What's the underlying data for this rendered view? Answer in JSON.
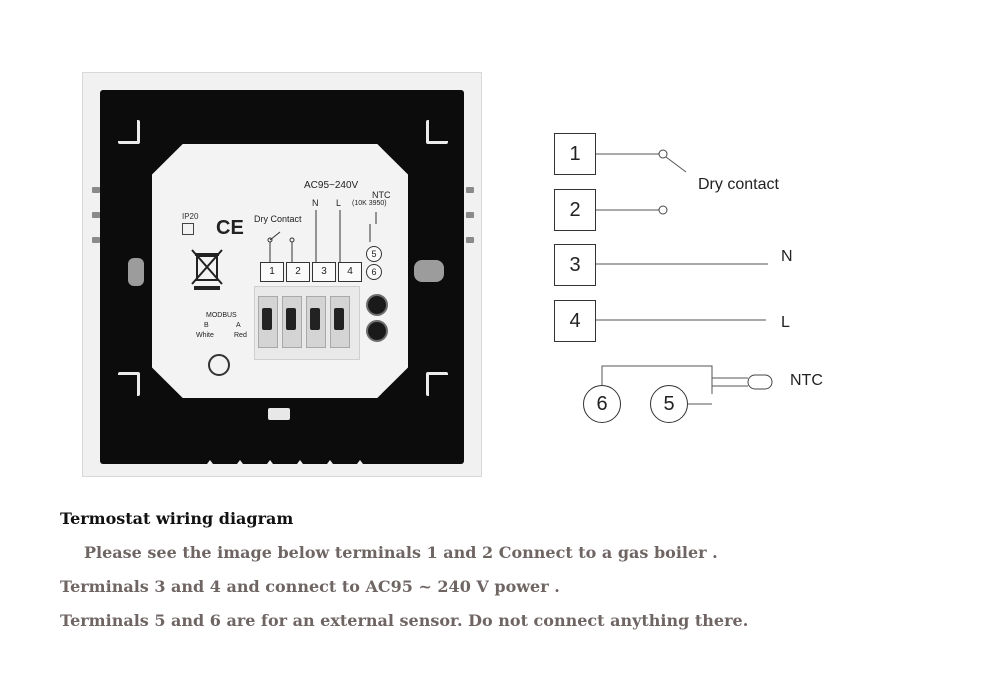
{
  "device": {
    "ip_rating": "IP20",
    "ce_mark": "CE",
    "voltage_label": "AC95~240V",
    "ntc_label": "NTC",
    "ntc_spec": "(10K 3950)",
    "dry_contact_label": "Dry Contact",
    "n_label": "N",
    "l_label": "L",
    "terminals": [
      "1",
      "2",
      "3",
      "4"
    ],
    "sensor_terminals": [
      "5",
      "6"
    ],
    "modbus_label": "MODBUS",
    "modbus_b": "B",
    "modbus_a": "A",
    "modbus_white": "White",
    "modbus_red": "Red"
  },
  "schematic": {
    "terminals": [
      "1",
      "2",
      "3",
      "4"
    ],
    "sensor_terminals": [
      "6",
      "5"
    ],
    "dry_contact_label": "Dry contact",
    "n_label": "N",
    "l_label": "L",
    "ntc_label": "NTC"
  },
  "description": {
    "title": "Termostat wiring diagram",
    "line1": "Please see the image below terminals 1 and 2 Connect to a gas boiler .",
    "line2": "Terminals 3 and 4 and connect to AC95 ~ 240 V power .",
    "line3": "Terminals 5 and 6 are for an external sensor. Do not connect anything there."
  },
  "colors": {
    "frame": "#f1f1f1",
    "plate": "#0c0c0c",
    "text_dark": "#111111",
    "text_body": "#6f6664"
  }
}
